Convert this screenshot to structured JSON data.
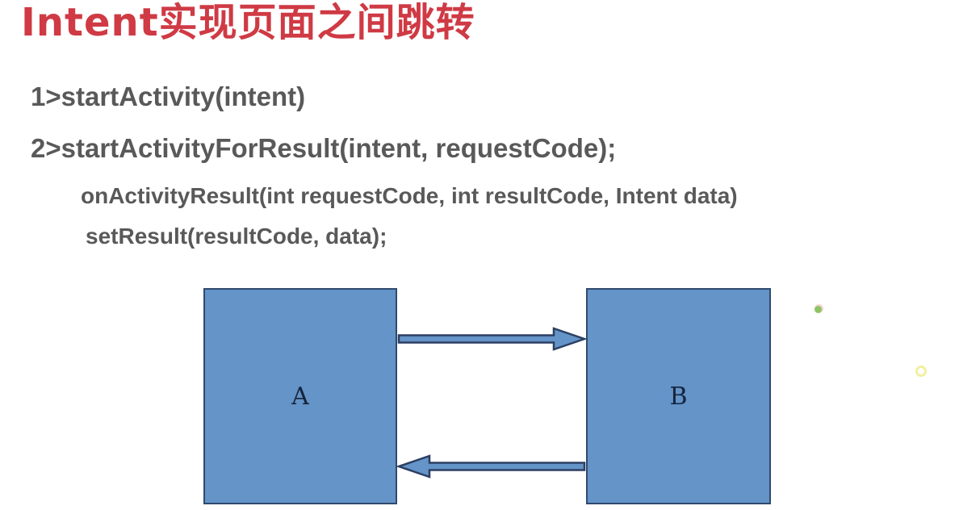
{
  "slide": {
    "title": "Intent实现页面之间跳转",
    "lines": [
      {
        "text": "1>startActivity(intent)"
      },
      {
        "text": "2>startActivityForResult(intent, requestCode);"
      },
      {
        "text": "onActivityResult(int requestCode, int resultCode, Intent data)"
      },
      {
        "text": "setResult(resultCode, data);"
      }
    ],
    "diagram": {
      "box_a_label": "A",
      "box_b_label": "B",
      "arrow_top_direction": "right",
      "arrow_bottom_direction": "left"
    },
    "colors": {
      "title_red": "#cf3a44",
      "body_text_gray": "#595959",
      "box_fill_blue": "#6494c8",
      "box_border_navy": "#2f4a6e",
      "arrow_fill_blue": "#6494c8",
      "arrow_border_navy": "#2c3f63",
      "green_dot": "#8cc663",
      "yellow_ring": "#f2efa0",
      "background": "#ffffff"
    }
  }
}
